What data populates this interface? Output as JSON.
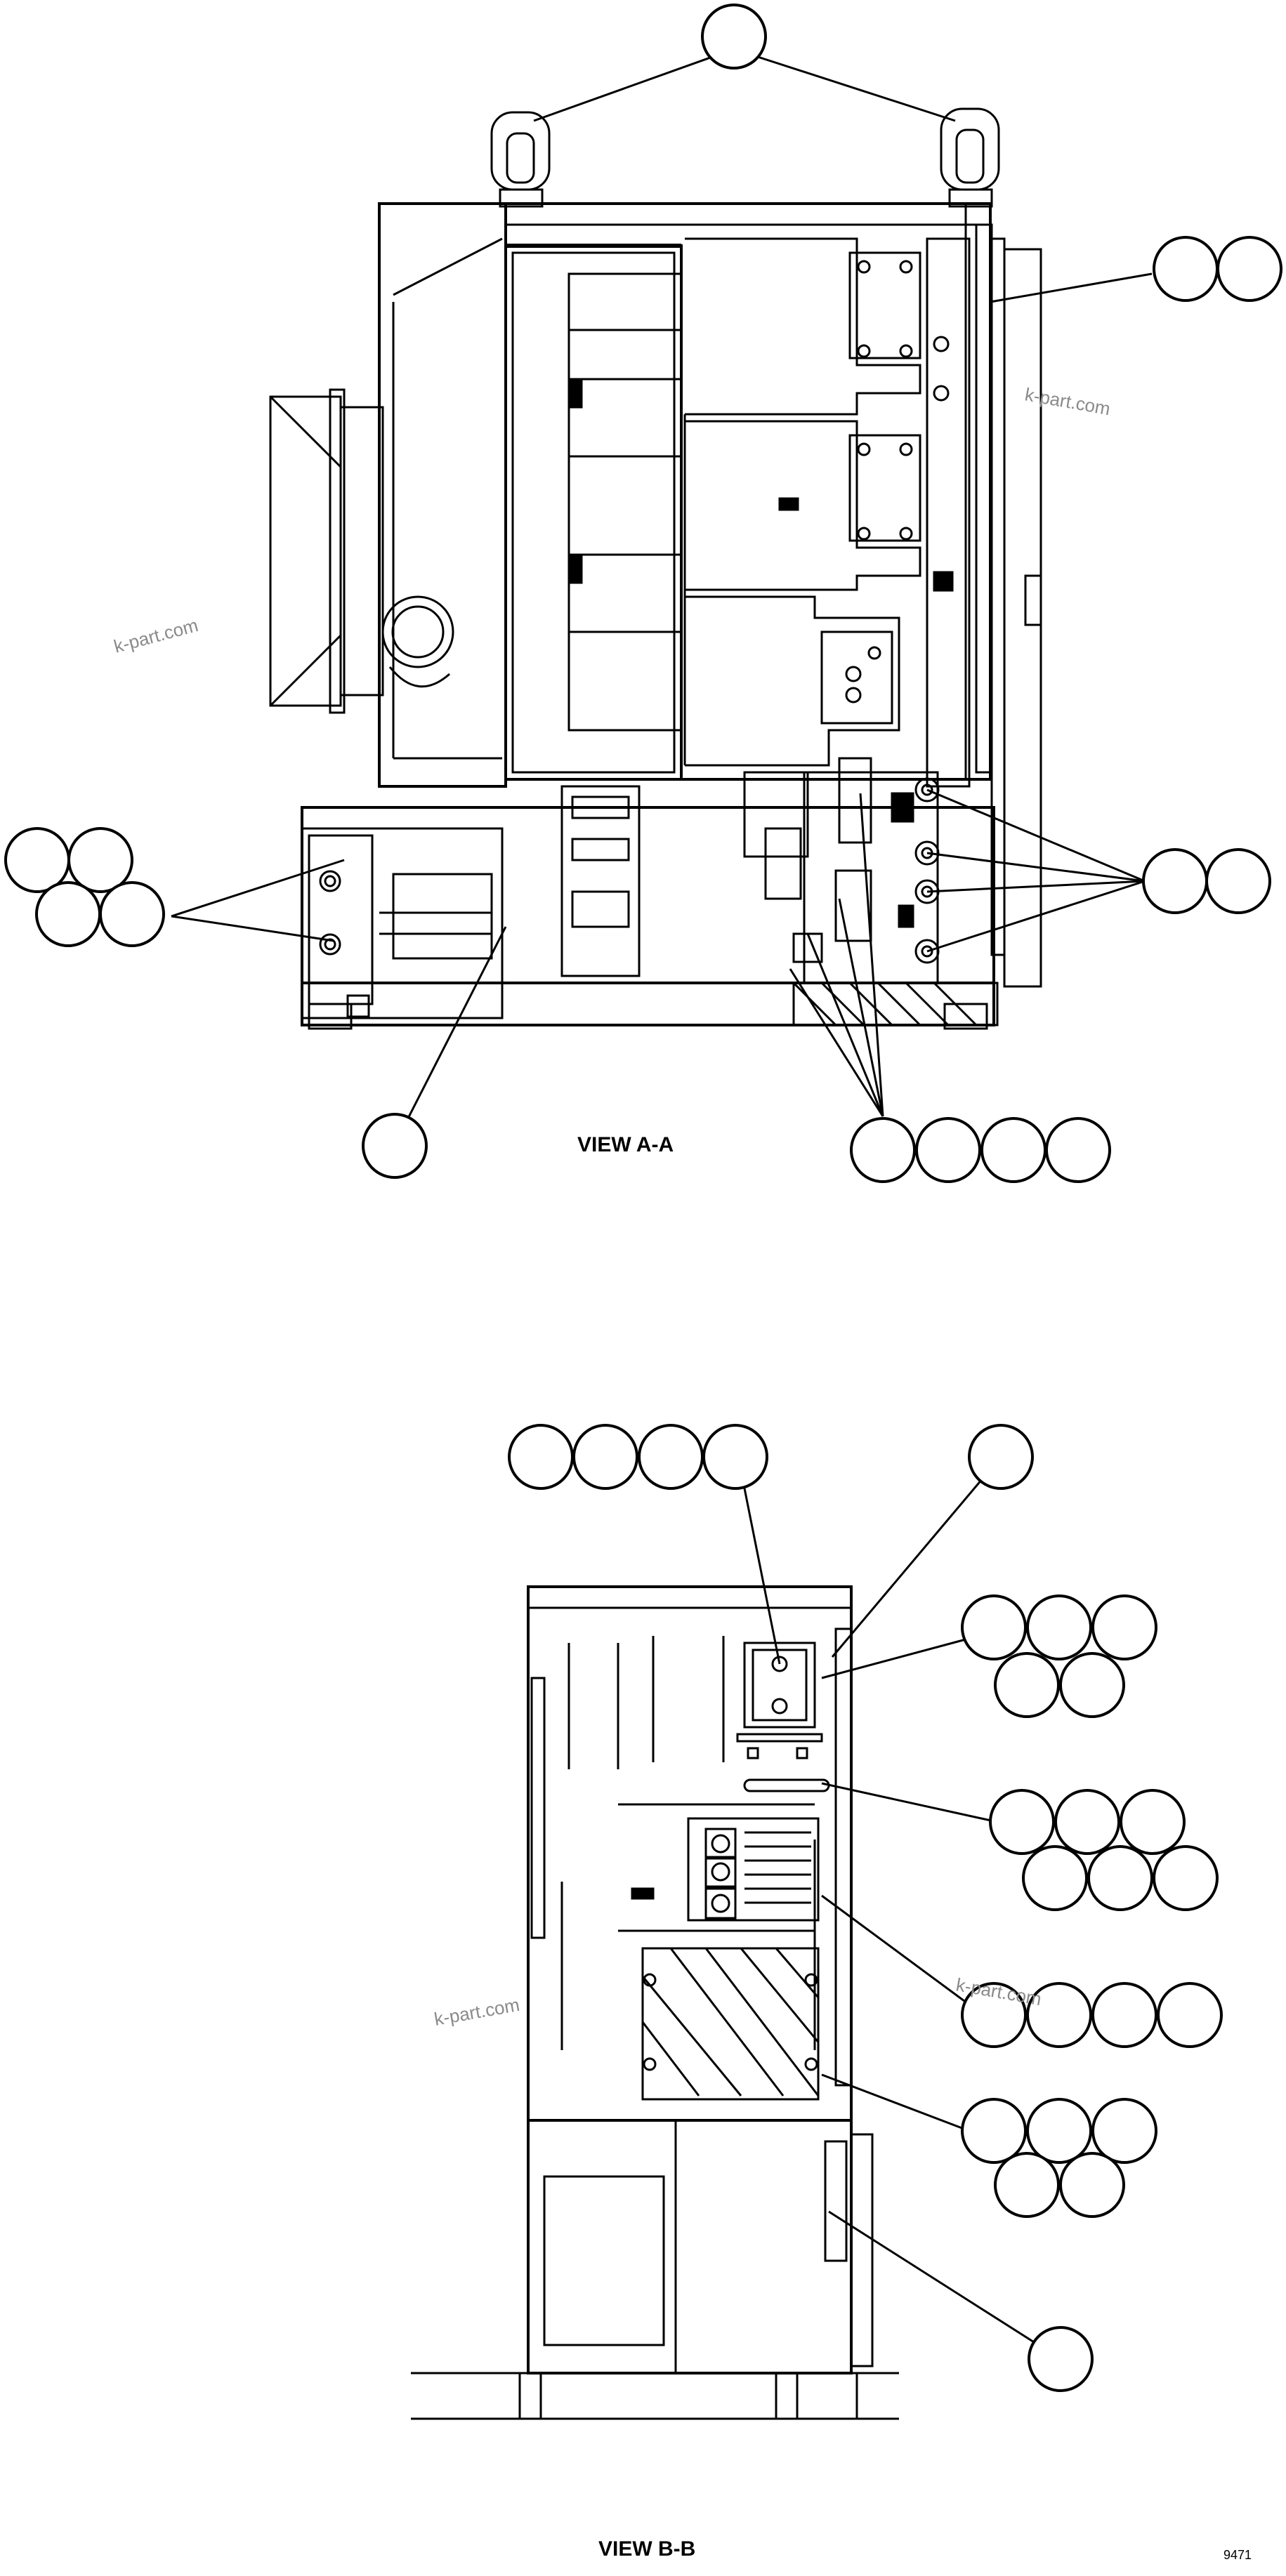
{
  "view_a_label": "VIEW A-A",
  "view_b_label": "VIEW B-B",
  "sheet_code": "9471",
  "watermark": "k-part.com"
}
